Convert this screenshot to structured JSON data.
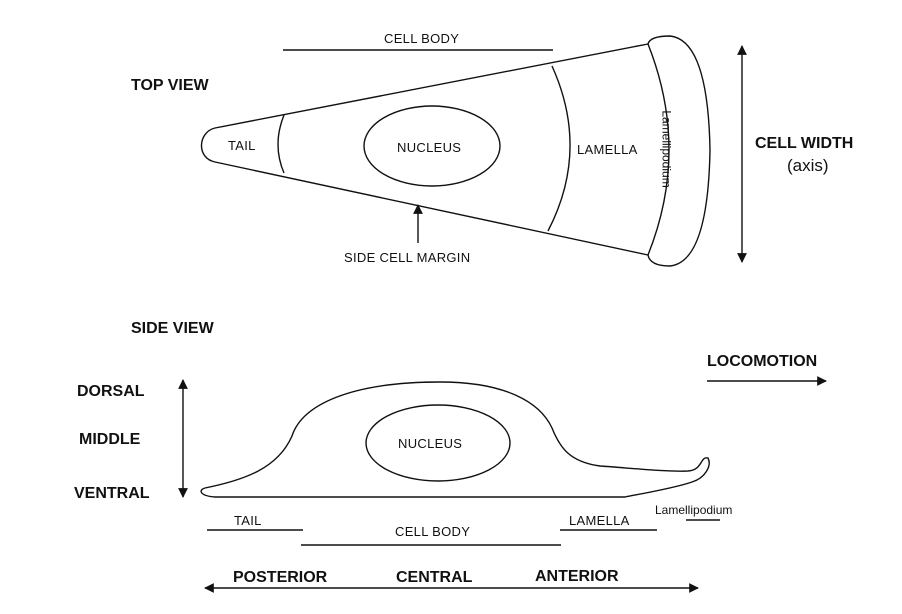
{
  "colors": {
    "title": "#2aa834",
    "ink": "#111111"
  },
  "top_view": {
    "heading": "TOP VIEW",
    "cell_body": "CELL BODY",
    "tail": "TAIL",
    "nucleus": "NUCLEUS",
    "lamella": "LAMELLA",
    "lamellipodium": "Lamellipodium",
    "side_cell_margin": "SIDE CELL MARGIN",
    "cell_width": "CELL WIDTH",
    "axis": "(axis)"
  },
  "side_view": {
    "heading": "SIDE VIEW",
    "locomotion": "LOCOMOTION",
    "dorsal": "DORSAL",
    "middle": "MIDDLE",
    "ventral": "VENTRAL",
    "nucleus": "NUCLEUS",
    "tail": "TAIL",
    "cell_body": "CELL BODY",
    "lamella": "LAMELLA",
    "lamellipodium": "Lamellipodium",
    "posterior": "POSTERIOR",
    "central": "CENTRAL",
    "anterior": "ANTERIOR"
  }
}
